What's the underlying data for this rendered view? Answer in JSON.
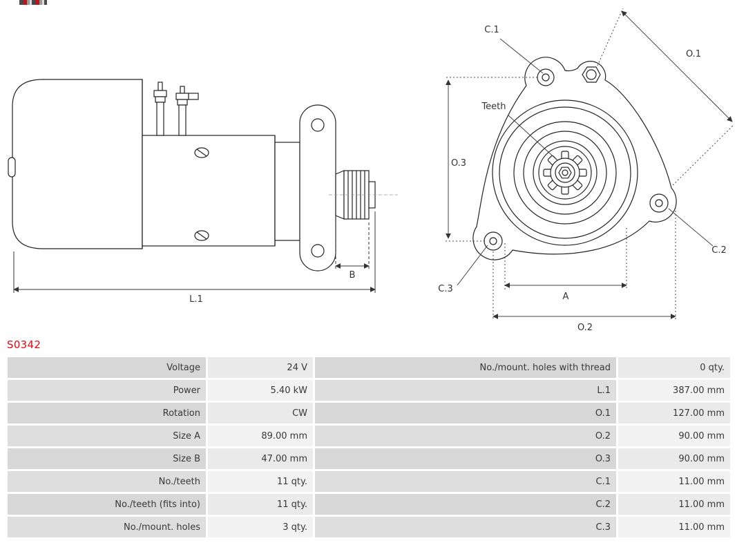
{
  "header": {
    "logo_icon": "brand-logo-sliver"
  },
  "part_number": "S0342",
  "diagram": {
    "labels": {
      "L1": "L.1",
      "B": "B",
      "A": "A",
      "O1": "O.1",
      "O2": "O.2",
      "O3": "O.3",
      "C1": "C.1",
      "C2": "C.2",
      "C3": "C.3",
      "Teeth": "Teeth"
    }
  },
  "spec_table": {
    "rows": [
      {
        "label_left": "Voltage",
        "value_left": "24 V",
        "label_right": "No./mount. holes with thread",
        "value_right": "0 qty."
      },
      {
        "label_left": "Power",
        "value_left": "5.40 kW",
        "label_right": "L.1",
        "value_right": "387.00 mm"
      },
      {
        "label_left": "Rotation",
        "value_left": "CW",
        "label_right": "O.1",
        "value_right": "127.00 mm"
      },
      {
        "label_left": "Size A",
        "value_left": "89.00 mm",
        "label_right": "O.2",
        "value_right": "90.00 mm"
      },
      {
        "label_left": "Size B",
        "value_left": "47.00 mm",
        "label_right": "O.3",
        "value_right": "90.00 mm"
      },
      {
        "label_left": "No./teeth",
        "value_left": "11 qty.",
        "label_right": "C.1",
        "value_right": "11.00 mm"
      },
      {
        "label_left": "No./teeth (fits into)",
        "value_left": "11 qty.",
        "label_right": "C.2",
        "value_right": "11.00 mm"
      },
      {
        "label_left": "No./mount. holes",
        "value_left": "3 qty.",
        "label_right": "C.3",
        "value_right": "11.00 mm"
      }
    ]
  },
  "colors": {
    "part_number_red": "#e30613",
    "drawing_line": "#222222",
    "label_cell_odd": "#d7d7d7",
    "label_cell_even": "#dedede",
    "value_cell_odd": "#eaeaea",
    "value_cell_even": "#f2f2f2"
  }
}
